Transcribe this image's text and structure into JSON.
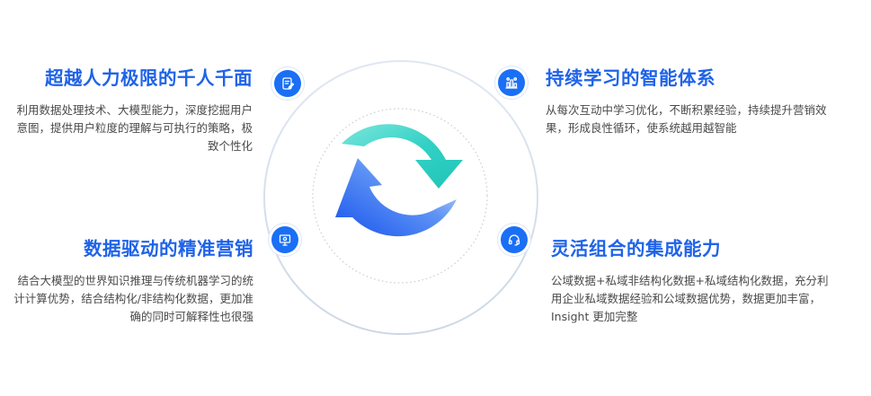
{
  "features": {
    "top_left": {
      "title": "超越人力极限的千人千面",
      "description": "利用数据处理技术、大模型能力，深度挖掘用户意图，提供用户粒度的理解与可执行的策略，极致个性化",
      "icon": "document-edit-icon"
    },
    "top_right": {
      "title": "持续学习的智能体系",
      "description": "从每次互动中学习优化，不断积累经验，持续提升营销效果，形成良性循环，使系统越用越智能",
      "icon": "bar-chart-icon"
    },
    "bottom_left": {
      "title": "数据驱动的精准营销",
      "description": "结合大模型的世界知识推理与传统机器学习的统计计算优势，结合结构化/非结构化数据，更加准确的同时可解释性也很强",
      "icon": "monitor-icon"
    },
    "bottom_right": {
      "title": "灵活组合的集成能力",
      "description": "公域数据+私域非结构化数据+私域结构化数据，充分利用企业私域数据经验和公域数据优势，数据更加丰富，Insight 更加完整",
      "icon": "headset-icon"
    }
  },
  "colors": {
    "title": "#1f63e8",
    "icon_bg": "#1a6ff5",
    "arrow_teal": "#2fd0c6",
    "arrow_blue": "#1a5cf0",
    "ring": "#d7dfea"
  },
  "center_graphic": "refresh-cycle-icon"
}
